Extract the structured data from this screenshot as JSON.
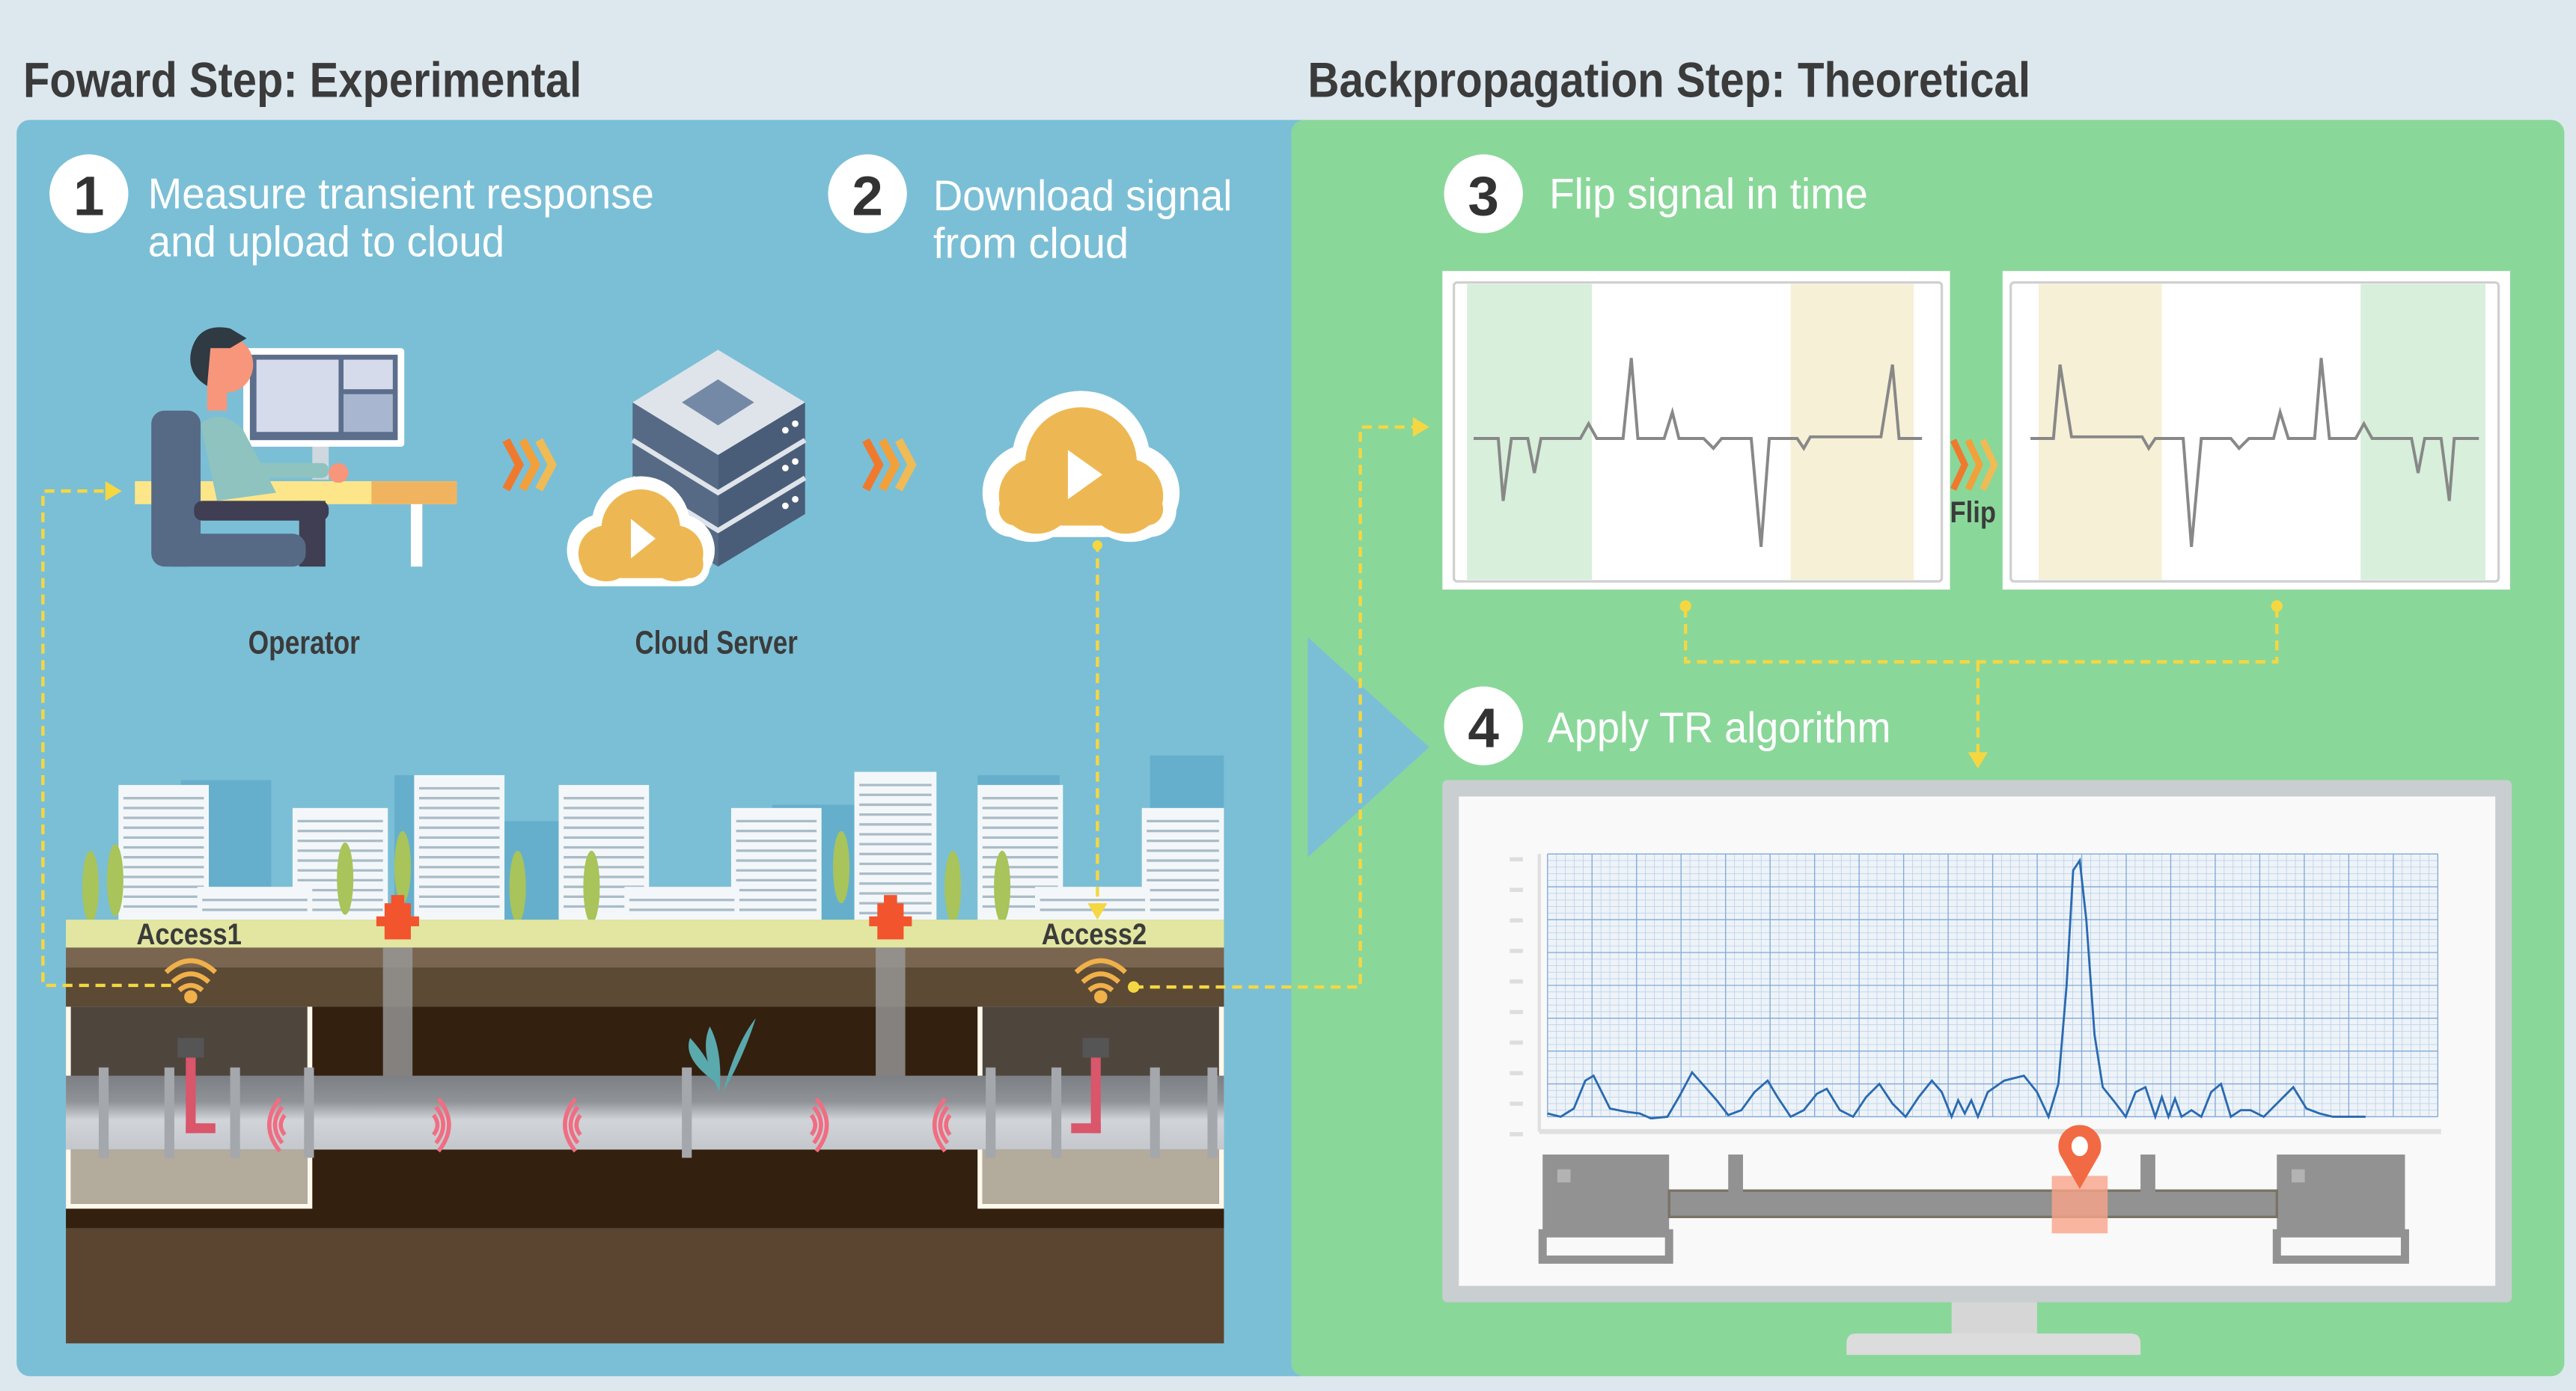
{
  "titles": {
    "forward": "Foward Step: Experimental",
    "backward": "Backpropagation Step: Theoretical"
  },
  "steps": [
    {
      "number": "1",
      "lines": [
        "Measure transient response",
        "and upload to cloud"
      ]
    },
    {
      "number": "2",
      "lines": [
        "Download signal",
        "from cloud"
      ]
    },
    {
      "number": "3",
      "lines": [
        "Flip signal in time"
      ]
    },
    {
      "number": "4",
      "lines": [
        "Apply TR algorithm"
      ]
    }
  ],
  "labels": {
    "operator": "Operator",
    "server": "Cloud Server",
    "access1": "Access1",
    "access2": "Access2",
    "flip": "Flip"
  },
  "colors": {
    "background": "#dce8ee",
    "forward_panel": "#7bbfd6",
    "backward_panel": "#8ad79a",
    "dashed_link": "#f5d742",
    "cloud": "#edb853",
    "chevron": "#ef7a2e",
    "chart_line": "#2a6ab0",
    "leak_marker": "#f26a43"
  }
}
